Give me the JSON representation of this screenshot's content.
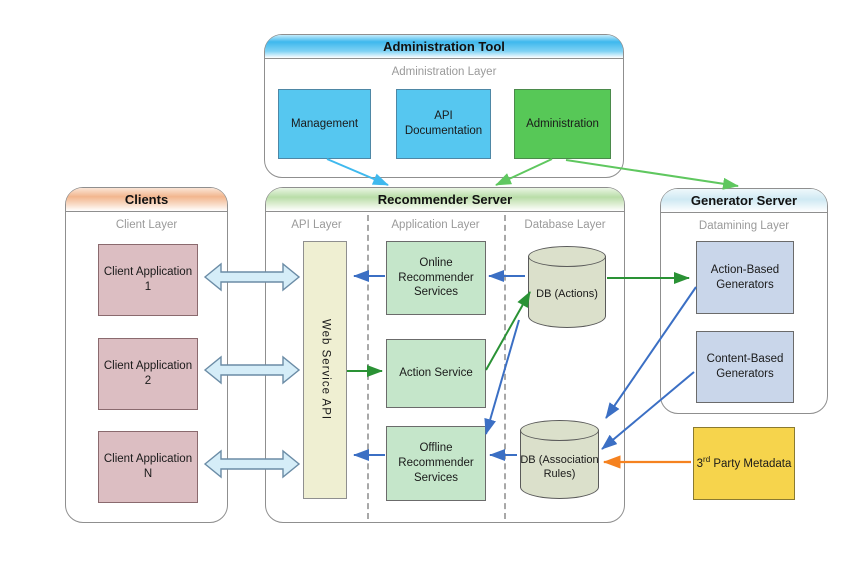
{
  "panels": {
    "admin_tool": {
      "title": "Administration Tool",
      "layer_label": "Administration Layer",
      "nodes": [
        {
          "label": "Management"
        },
        {
          "label": "API Documentation"
        },
        {
          "label": "Administration"
        }
      ]
    },
    "clients": {
      "title": "Clients",
      "layer_label": "Client Layer",
      "nodes": [
        {
          "label": "Client Application 1"
        },
        {
          "label": "Client Application 2"
        },
        {
          "label": "Client Application N"
        }
      ]
    },
    "recommender_server": {
      "title": "Recommender Server",
      "layers": [
        {
          "label": "API Layer"
        },
        {
          "label": "Application Layer"
        },
        {
          "label": "Database Layer"
        }
      ],
      "nodes": {
        "web_service_api": "Web Service API",
        "online_recommender_services": "Online Recommender Services",
        "action_service": "Action Service",
        "offline_recommender_services": "Offline Recommender Services",
        "db_actions": "DB (Actions)",
        "db_association_rules": "DB (Association Rules)"
      }
    },
    "generator_server": {
      "title": "Generator Server",
      "layer_label": "Datamining Layer",
      "nodes": [
        {
          "label": "Action-Based Generators"
        },
        {
          "label": "Content-Based Generators"
        }
      ]
    },
    "third_party_metadata": {
      "label_base": "3",
      "label_sup": "rd",
      "label_rest": " Party Metadata"
    }
  },
  "colors": {
    "cyan_box": "#56c7f0",
    "green_box": "#57c857",
    "pink_box": "#dcbec2",
    "service_green_box": "#c5e6ca",
    "api_box": "#efefd2",
    "cylinder": "#dbe0cb",
    "generator_box": "#c9d6ea",
    "yellow_box": "#f6d44c",
    "arrow_blue": "#3b6fc4",
    "arrow_green": "#2a9235",
    "arrow_light_green": "#5fc75f",
    "arrow_cyan": "#3fb9ee",
    "arrow_orange": "#f58220",
    "client_link_arrow_fill": "#d5edf8"
  },
  "connections": [
    {
      "from": "Management",
      "to": "Recommender Server",
      "color": "cyan"
    },
    {
      "from": "Administration",
      "to": "Recommender Server",
      "color": "light_green"
    },
    {
      "from": "Administration",
      "to": "Generator Server",
      "color": "light_green"
    },
    {
      "from": "Client Application 1",
      "to": "Web Service API",
      "type": "bidirectional"
    },
    {
      "from": "Client Application 2",
      "to": "Web Service API",
      "type": "bidirectional"
    },
    {
      "from": "Client Application N",
      "to": "Web Service API",
      "type": "bidirectional"
    },
    {
      "from": "Online Recommender Services",
      "to": "Web Service API",
      "color": "blue"
    },
    {
      "from": "DB (Actions)",
      "to": "Online Recommender Services",
      "color": "blue"
    },
    {
      "from": "Web Service API",
      "to": "Action Service",
      "color": "green"
    },
    {
      "from": "Action Service",
      "to": "DB (Actions)",
      "color": "green"
    },
    {
      "from": "DB (Actions)",
      "to": "Offline Recommender Services",
      "color": "blue"
    },
    {
      "from": "DB (Actions)",
      "to": "Action-Based Generators",
      "color": "green"
    },
    {
      "from": "Offline Recommender Services",
      "to": "Web Service API",
      "color": "blue"
    },
    {
      "from": "DB (Association Rules)",
      "to": "Offline Recommender Services",
      "color": "blue"
    },
    {
      "from": "Action-Based Generators",
      "to": "DB (Association Rules)",
      "color": "blue"
    },
    {
      "from": "Content-Based Generators",
      "to": "DB (Association Rules)",
      "color": "blue"
    },
    {
      "from": "3rd Party Metadata",
      "to": "DB (Association Rules)",
      "color": "orange"
    }
  ]
}
